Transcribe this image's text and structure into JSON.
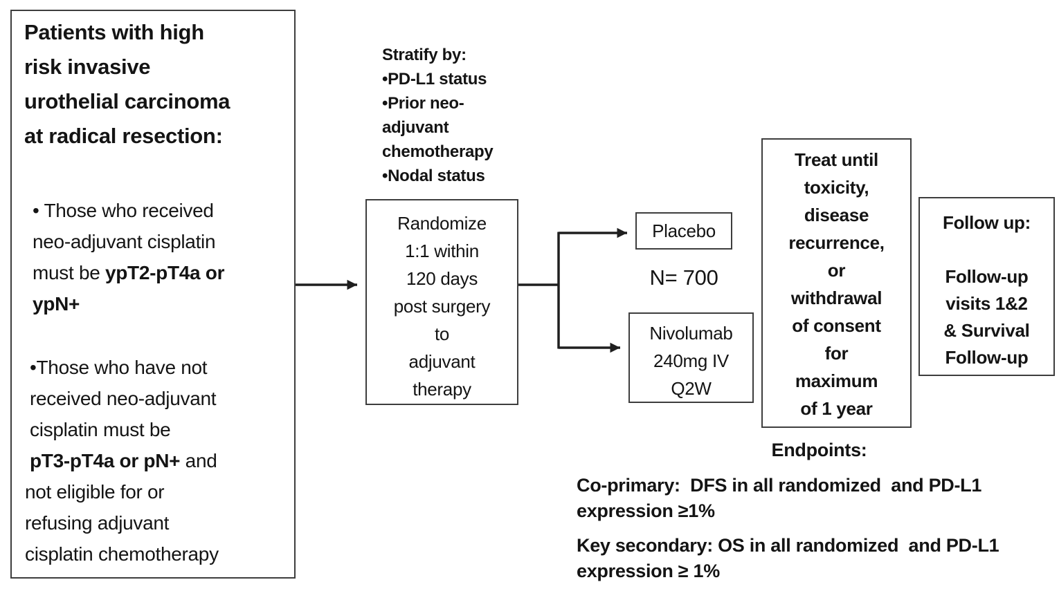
{
  "eligibility": {
    "title_lines": [
      "Patients with high",
      "risk invasive",
      "urothelial carcinoma",
      "at radical resection:"
    ],
    "bullet1_lines": [
      [
        {
          "text": "• Those who received",
          "bold": false
        }
      ],
      [
        {
          "text": "neo-adjuvant cisplatin",
          "bold": false
        }
      ],
      [
        {
          "text": "must be ",
          "bold": false
        },
        {
          "text": "ypT2-pT4a or",
          "bold": true
        }
      ],
      [
        {
          "text": "ypN+",
          "bold": true
        }
      ]
    ],
    "bullet2a_lines": [
      [
        {
          "text": "•Those who have not",
          "bold": false
        }
      ],
      [
        {
          "text": "received neo-adjuvant",
          "bold": false
        }
      ],
      [
        {
          "text": "cisplatin must be",
          "bold": false
        }
      ],
      [
        {
          "text": "pT3-pT4a or pN+",
          "bold": true
        },
        {
          "text": " and",
          "bold": false
        }
      ]
    ],
    "bullet2b_lines": [
      [
        {
          "text": "not eligible for or",
          "bold": false
        }
      ],
      [
        {
          "text": "refusing adjuvant",
          "bold": false
        }
      ],
      [
        {
          "text": "cisplatin chemotherapy",
          "bold": false
        }
      ]
    ]
  },
  "stratify": {
    "lines": [
      "Stratify by:",
      "•PD-L1 status",
      "•Prior neo-",
      "adjuvant",
      "chemotherapy",
      "•Nodal status"
    ]
  },
  "randomize": {
    "lines": [
      "Randomize",
      "1:1 within",
      "120 days",
      "post surgery",
      "to",
      "adjuvant",
      "therapy"
    ]
  },
  "arms": {
    "placebo_label": "Placebo",
    "n_label": "N= 700",
    "nivolumab_lines": [
      "Nivolumab",
      "240mg IV",
      "Q2W"
    ]
  },
  "treatment": {
    "lines": [
      "Treat until",
      "toxicity,",
      "disease",
      "recurrence,",
      "or",
      "withdrawal",
      "of consent",
      "for",
      "maximum",
      "of 1 year"
    ]
  },
  "followup": {
    "title": "Follow up:",
    "lines": [
      "Follow-up",
      "visits 1&2",
      "& Survival",
      "Follow-up"
    ]
  },
  "endpoints": {
    "title": "Endpoints:",
    "co_primary_lines": [
      "Co-primary:  DFS in all randomized  and PD-L1",
      "expression ≥1%"
    ],
    "key_secondary_lines": [
      "Key secondary: OS in all randomized  and PD-L1",
      "expression ≥ 1%"
    ]
  },
  "colors": {
    "background": "#ffffff",
    "text": "#141414",
    "box_border": "#3d3d3d",
    "arrow": "#1f1f1f"
  }
}
